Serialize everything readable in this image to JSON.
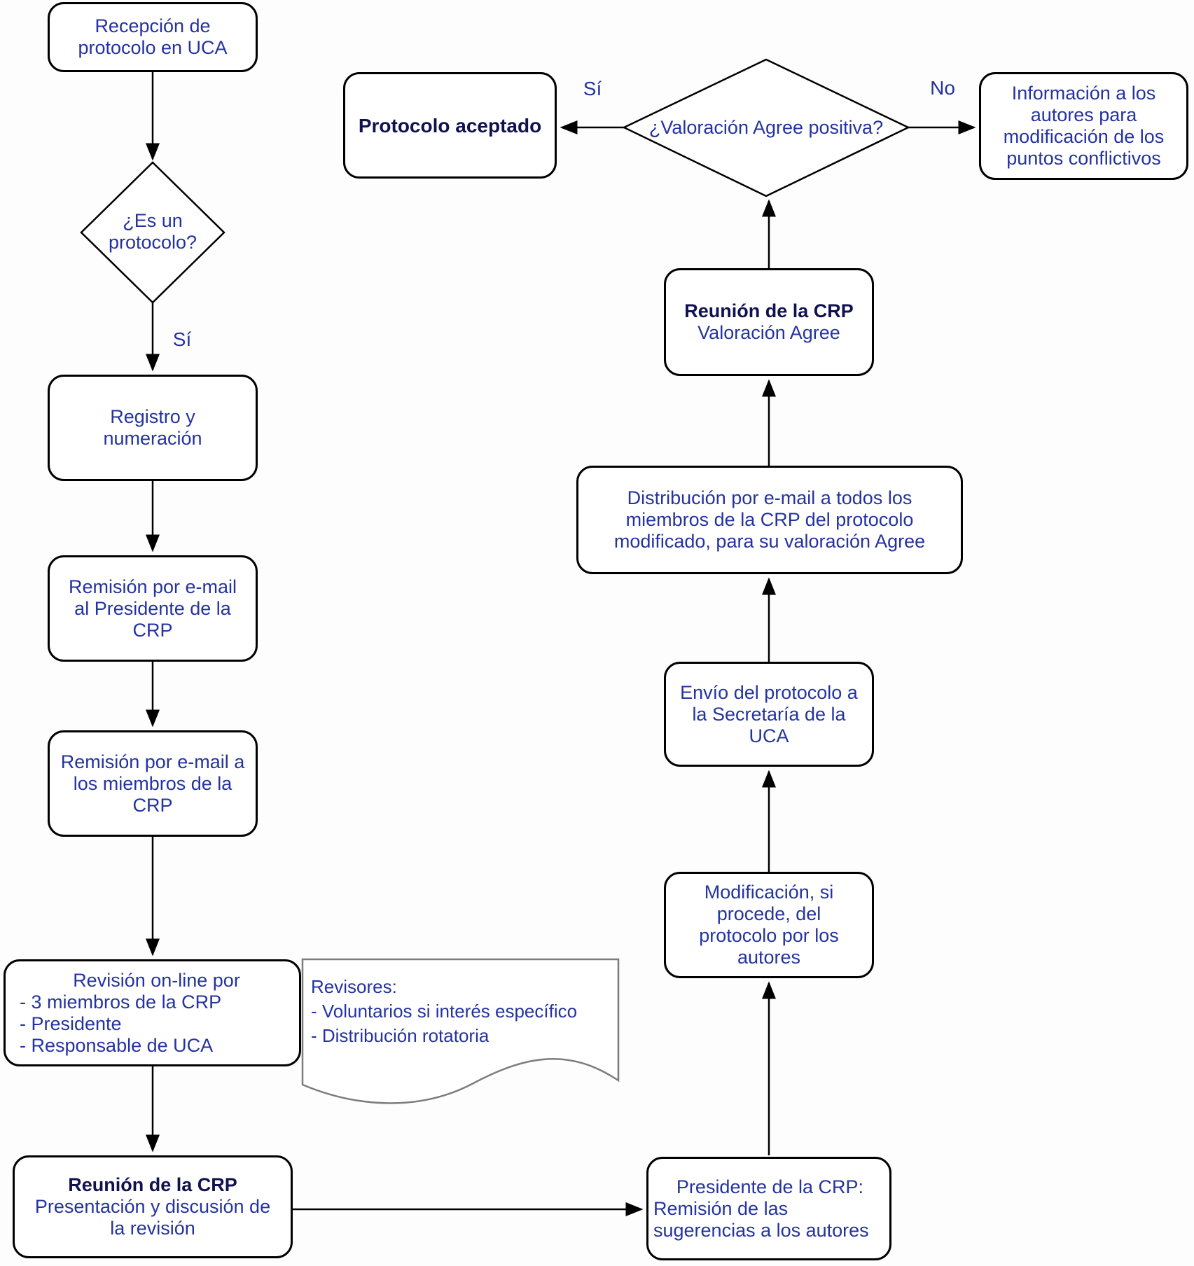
{
  "colors": {
    "background": "#fdfdfd",
    "line": "#000000",
    "note_border": "#7d7d7d",
    "text": "#2433a0",
    "bold_text": "#101250"
  },
  "nodes": {
    "recepcion": {
      "lines": [
        "Recepción de",
        "protocolo en UCA"
      ]
    },
    "es_protocolo": {
      "lines": [
        "¿Es un",
        "protocolo?"
      ]
    },
    "si_branch": "Sí",
    "registro": {
      "lines": [
        "Registro y",
        "numeración"
      ]
    },
    "remision_presidente": {
      "lines": [
        "Remisión por e-mail",
        "al Presidente de la",
        "CRP"
      ]
    },
    "remision_miembros": {
      "lines": [
        "Remisión por e-mail a",
        "los miembros de la",
        "CRP"
      ]
    },
    "revision": {
      "title": "Revisión on-line por",
      "items": [
        "- 3 miembros de la CRP",
        "- Presidente",
        "- Responsable de UCA"
      ]
    },
    "nota_revisores": {
      "title": "Revisores:",
      "items": [
        "- Voluntarios si interés específico",
        "- Distribución rotatoria"
      ]
    },
    "reunion_presentacion": {
      "title": "Reunión de la CRP",
      "lines": [
        "Presentación y discusión de",
        "la revisión"
      ]
    },
    "presidente": {
      "title": "Presidente de la CRP:",
      "lines": [
        "Remisión de las",
        "sugerencias a los autores"
      ]
    },
    "modificacion": {
      "lines": [
        "Modificación, si",
        "procede, del",
        "protocolo por los",
        "autores"
      ]
    },
    "envio": {
      "lines": [
        "Envío del protocolo a",
        "la Secretaría de la",
        "UCA"
      ]
    },
    "distribucion": {
      "lines": [
        "Distribución por e-mail a todos los",
        "miembros de la CRP del protocolo",
        "modificado, para su valoración Agree"
      ]
    },
    "reunion_valoracion": {
      "title": "Reunión de la CRP",
      "subtitle": "Valoración Agree"
    },
    "valoracion_positiva": {
      "label": "¿Valoración Agree positiva?"
    },
    "si_label": "Sí",
    "no_label": "No",
    "protocolo_aceptado": {
      "label": "Protocolo aceptado"
    },
    "informacion": {
      "lines": [
        "Información a los",
        "autores para",
        "modificación de los",
        "puntos  conflictivos"
      ]
    }
  }
}
